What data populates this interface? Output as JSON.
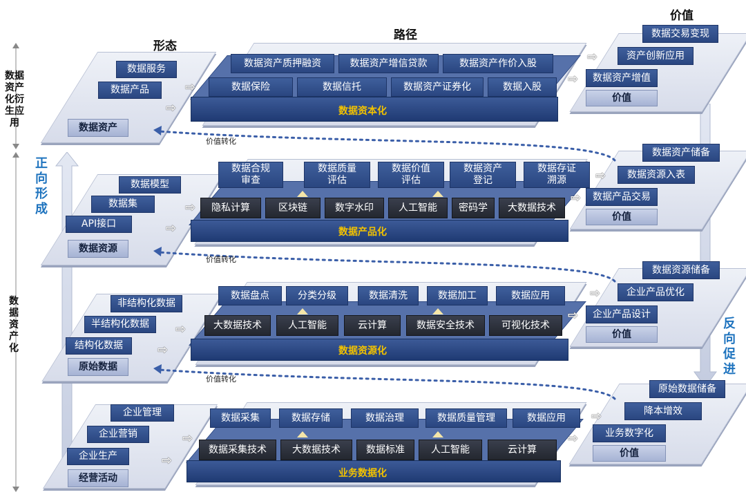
{
  "headers": {
    "form": "形态",
    "path": "路径",
    "value": "价值"
  },
  "left_labels": {
    "derivative": "数据资产化衍生应用",
    "assetization": "数据资产化"
  },
  "side_labels": {
    "forward": "正向形成",
    "reverse": "反向促进"
  },
  "value_transform": "价值转化",
  "layers": [
    {
      "form_items": [
        "数据服务",
        "数据产品"
      ],
      "form_base": "数据资产",
      "path_top": [
        "数据资产质押融资",
        "数据资产增信贷款",
        "数据资产作价入股"
      ],
      "path_bottom": [
        "数据保险",
        "数据信托",
        "数据资产证券化",
        "数据入股"
      ],
      "path_base": "数据资本化",
      "value_items": [
        "数据交易变现",
        "资产创新应用",
        "数据资产增值"
      ],
      "value_base": "价值"
    },
    {
      "form_items": [
        "数据模型",
        "数据集",
        "API接口"
      ],
      "form_base": "数据资源",
      "path_top": [
        "数据合规\n审查",
        "数据质量\n评估",
        "数据价值\n评估",
        "数据资产\n登记",
        "数据存证\n溯源"
      ],
      "path_bottom": [
        "隐私计算",
        "区块链",
        "数字水印",
        "人工智能",
        "密码学",
        "大数据技术"
      ],
      "path_base": "数据产品化",
      "value_items": [
        "数据资产储备",
        "数据资源入表",
        "数据产品交易"
      ],
      "value_base": "价值"
    },
    {
      "form_items": [
        "非结构化数据",
        "半结构化数据",
        "结构化数据"
      ],
      "form_base": "原始数据",
      "path_top": [
        "数据盘点",
        "分类分级",
        "数据清洗",
        "数据加工",
        "数据应用"
      ],
      "path_bottom": [
        "大数据技术",
        "人工智能",
        "云计算",
        "数据安全技术",
        "可视化技术"
      ],
      "path_base": "数据资源化",
      "value_items": [
        "数据资源储备",
        "企业产品优化",
        "企业产品设计"
      ],
      "value_base": "价值"
    },
    {
      "form_items": [
        "企业管理",
        "企业营销",
        "企业生产"
      ],
      "form_base": "经营活动",
      "path_top": [
        "数据采集",
        "数据存储",
        "数据治理",
        "数据质量管理",
        "数据应用"
      ],
      "path_bottom": [
        "数据采集技术",
        "大数据技术",
        "数据标准",
        "人工智能",
        "云计算"
      ],
      "path_base": "业务数据化",
      "value_items": [
        "原始数据储备",
        "降本增效",
        "业务数字化"
      ],
      "value_base": "价值"
    }
  ],
  "colors": {
    "box": "#2a4680",
    "dark_box": "#23272f",
    "base_label": "#f2c200",
    "accent_blue": "#1e73be"
  }
}
